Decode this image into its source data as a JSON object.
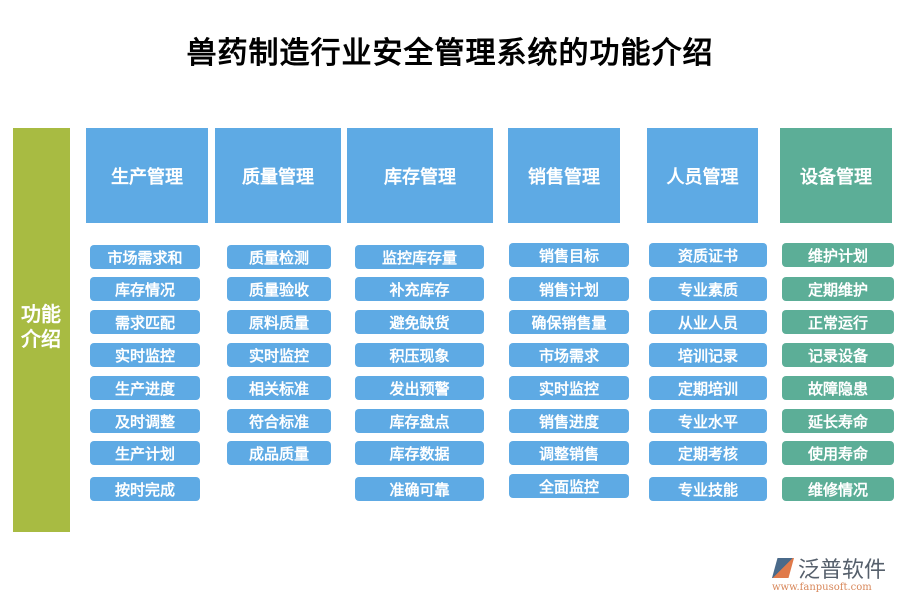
{
  "title": "兽药制造行业安全管理系统的功能介绍",
  "sidebar": {
    "label": "功能介绍",
    "color": "#a8bb42"
  },
  "colors": {
    "blue": "#5eaae4",
    "teal": "#5cae97"
  },
  "columns": [
    {
      "header": "生产管理",
      "items": [
        "市场需求和",
        "库存情况",
        "需求匹配",
        "实时监控",
        "生产进度",
        "及时调整",
        "生产计划",
        "按时完成"
      ]
    },
    {
      "header": "质量管理",
      "items": [
        "质量检测",
        "质量验收",
        "原料质量",
        "实时监控",
        "相关标准",
        "符合标准",
        "成品质量"
      ]
    },
    {
      "header": "库存管理",
      "items": [
        "监控库存量",
        "补充库存",
        "避免缺货",
        "积压现象",
        "发出预警",
        "库存盘点",
        "库存数据",
        "准确可靠"
      ]
    },
    {
      "header": "销售管理",
      "items": [
        "销售目标",
        "销售计划",
        "确保销售量",
        "市场需求",
        "实时监控",
        "销售进度",
        "调整销售",
        "全面监控"
      ]
    },
    {
      "header": "人员管理",
      "items": [
        "资质证书",
        "专业素质",
        "从业人员",
        "培训记录",
        "定期培训",
        "专业水平",
        "定期考核",
        "专业技能"
      ]
    },
    {
      "header": "设备管理",
      "items": [
        "维护计划",
        "定期维护",
        "正常运行",
        "记录设备",
        "故障隐患",
        "延长寿命",
        "使用寿命",
        "维修情况"
      ]
    }
  ],
  "logo": {
    "name": "泛普软件",
    "url": "www.fanpusoft.com"
  }
}
